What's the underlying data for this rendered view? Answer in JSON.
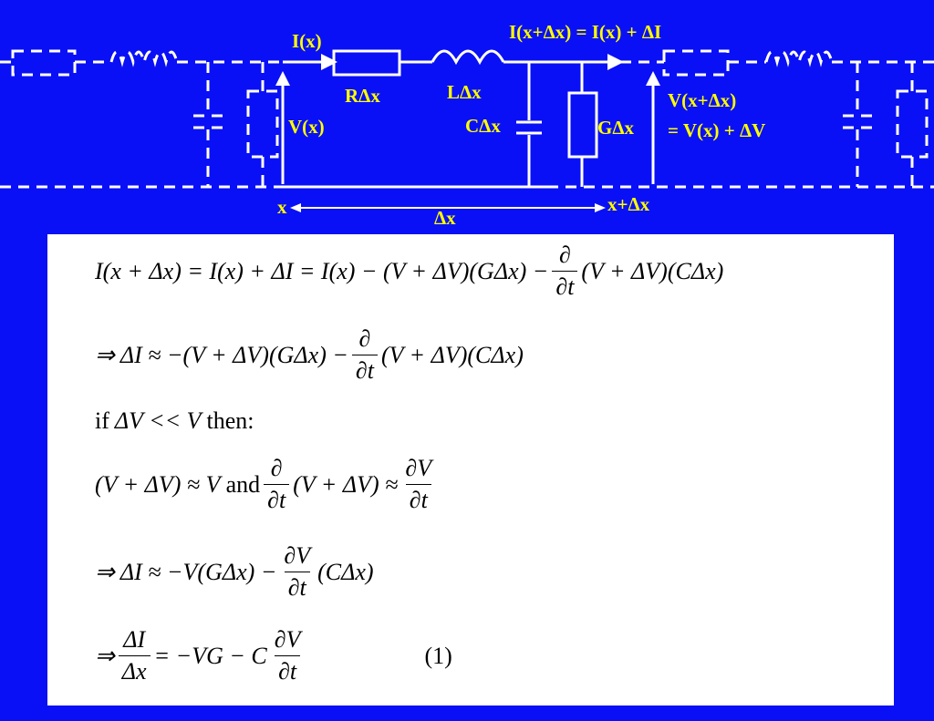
{
  "circuit": {
    "current_in": "I(x)",
    "current_out": "I(x+Δx) = I(x) + ΔI",
    "resistor": "RΔx",
    "inductor": "LΔx",
    "capacitor": "CΔx",
    "conductance": "GΔx",
    "voltage_in": "V(x)",
    "voltage_out_line1": "V(x+Δx)",
    "voltage_out_line2": "= V(x) + ΔV",
    "pos_start": "x",
    "pos_end": "x+Δx",
    "delta": "Δx"
  },
  "equations": {
    "eq1": {
      "lhs": "I(x + Δx) = I(x) + ΔI = I(x) − (V + ΔV)(GΔx) −",
      "num": "∂",
      "den": "∂t",
      "rhs": "(V + ΔV)(CΔx)"
    },
    "eq2": {
      "lhs": "⇒ ΔI ≈ −(V + ΔV)(GΔx) −",
      "num": "∂",
      "den": "∂t",
      "rhs": "(V + ΔV)(CΔx)"
    },
    "eq3": {
      "if": "if",
      "cond": "ΔV << V",
      "then": "then:"
    },
    "eq4": {
      "lhs": "(V + ΔV) ≈ V",
      "and": "and",
      "num1": "∂",
      "den1": "∂t",
      "mid": "(V + ΔV) ≈",
      "num2": "∂V",
      "den2": "∂t"
    },
    "eq5": {
      "lhs": "⇒ ΔI ≈ −V(GΔx) −",
      "num": "∂V",
      "den": "∂t",
      "rhs": "(CΔx)"
    },
    "eq6": {
      "arrow": "⇒",
      "num1": "ΔI",
      "den1": "Δx",
      "mid": "= −VG − C",
      "num2": "∂V",
      "den2": "∂t",
      "tag": "(1)"
    }
  }
}
